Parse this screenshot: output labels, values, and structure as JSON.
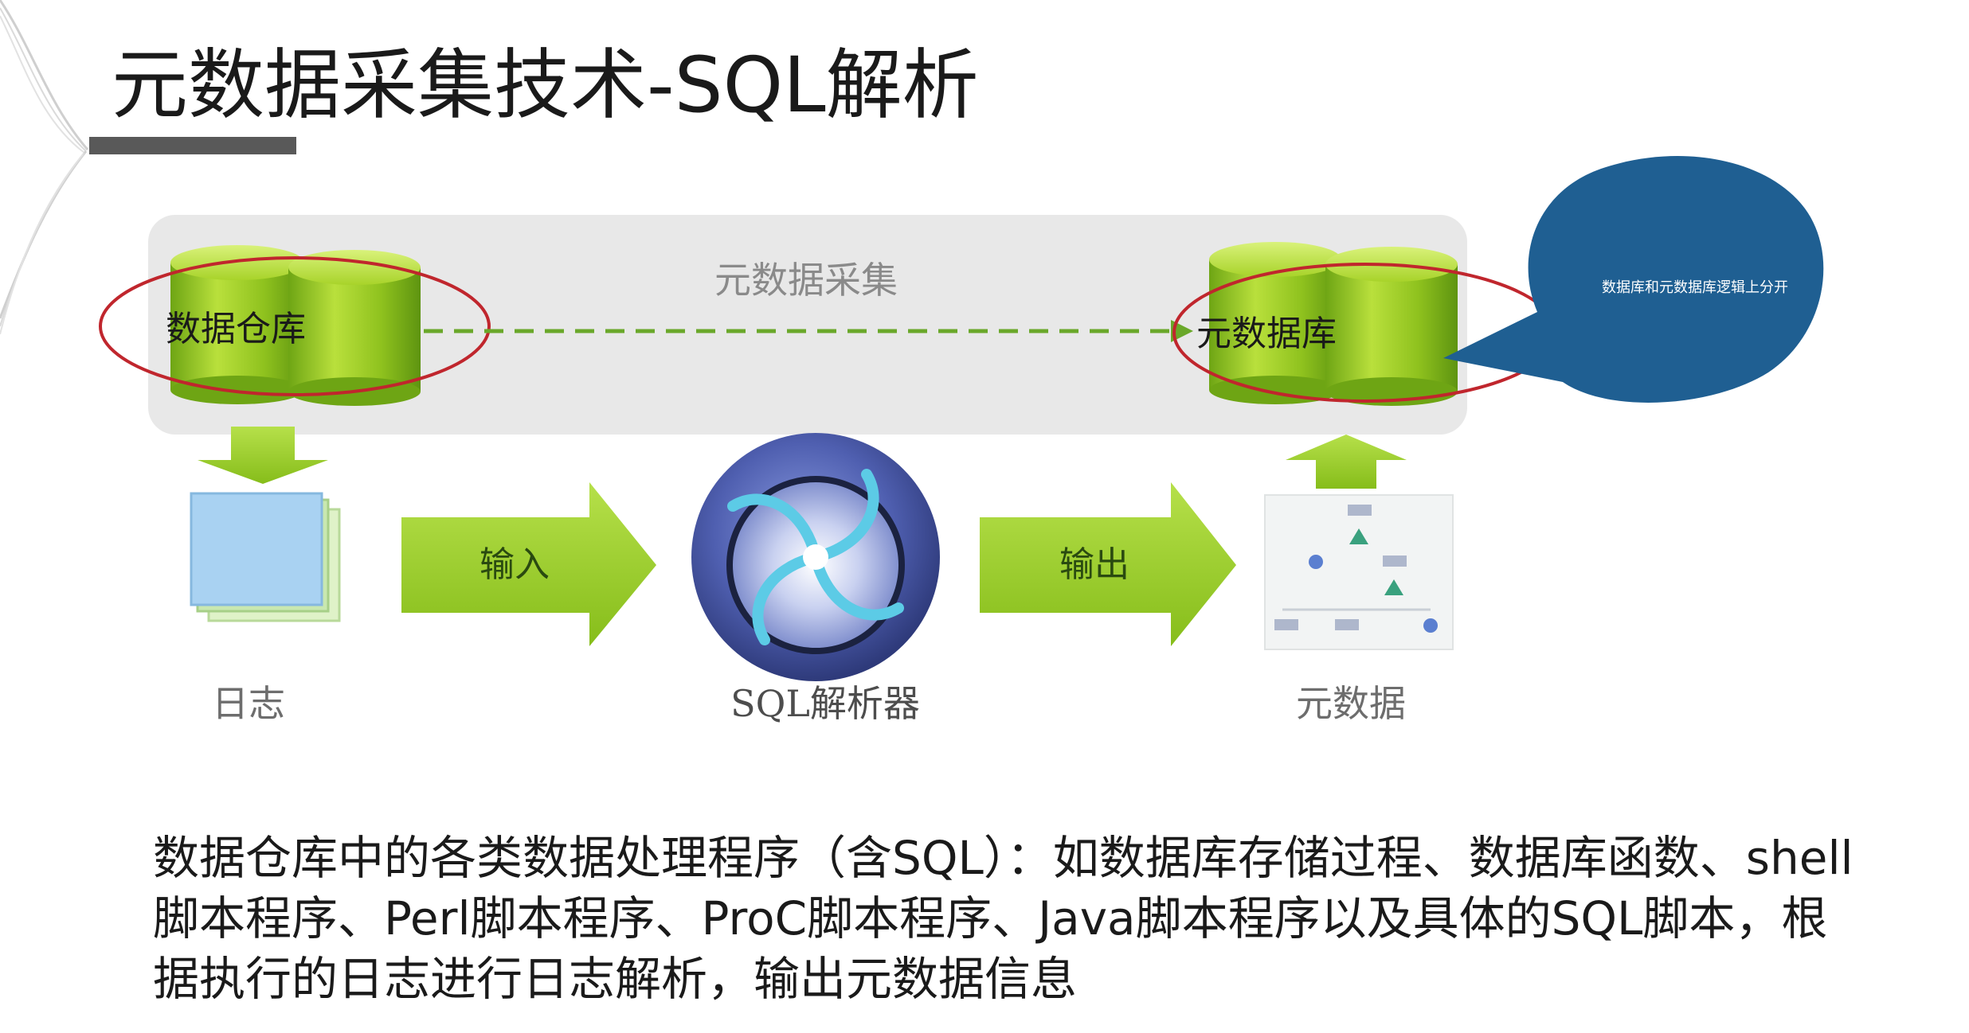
{
  "slide": {
    "title": "元数据采集技术-SQL解析",
    "body": "数据仓库中的各类数据处理程序（含SQL）：如数据库存储过程、数据库函数、shell脚本程序、Perl脚本程序、ProC脚本程序、Java脚本程序以及具体的SQL脚本，根据执行的日志进行日志解析，输出元数据信息"
  },
  "diagram": {
    "panel_label": "元数据采集",
    "source_db_label": "数据仓库",
    "target_db_label": "元数据库",
    "input_arrow_label": "输入",
    "output_arrow_label": "输出",
    "log_label": "日志",
    "parser_label": "SQL解析器",
    "metadata_label": "元数据"
  },
  "annotation": {
    "bubble_text": "数据库和元数据库逻辑上分开"
  },
  "colors": {
    "accent_green": "#9ccc1e",
    "cylinder_green": "#8fc21e",
    "annotation_red": "#c0262d",
    "bubble_blue": "#1f5f92",
    "panel_gray": "#e8e8e8",
    "parser_navy": "#3b4a8f",
    "swirl_cyan": "#5ccbe6"
  }
}
